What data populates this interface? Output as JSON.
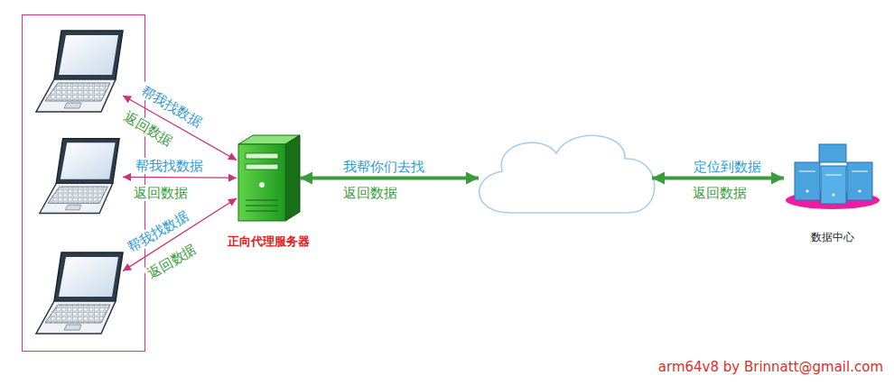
{
  "diagram": {
    "nodes": [
      {
        "text": []
      },
      {
        "text": [],
        "in": 0
      },
      {
        "text": [],
        "in": 0
      },
      {
        "text": [],
        "in": 0
      },
      {
        "text": [
          "正向代理服务器"
        ]
      },
      {
        "text": []
      },
      {
        "text": [
          "数据中心"
        ]
      }
    ],
    "edges": [
      {
        "from": 1,
        "to": 4,
        "label": "帮我找数据",
        "arrow": "both"
      },
      {
        "from": 2,
        "to": 4,
        "label": "帮我找数据",
        "arrow": "both"
      },
      {
        "from": 3,
        "to": 4,
        "label": "帮我找数据",
        "arrow": "both"
      },
      {
        "from": 4,
        "to": 5,
        "label": "我帮你们去找",
        "arrow": "both"
      },
      {
        "from": 5,
        "to": 6,
        "label": "定位到数据",
        "arrow": "both"
      }
    ],
    "labels": [
      "返回数据",
      "返回数据",
      "返回数据",
      "返回数据",
      "返回数据",
      "arm64v8 by Brinnatt@gmail.com"
    ]
  }
}
